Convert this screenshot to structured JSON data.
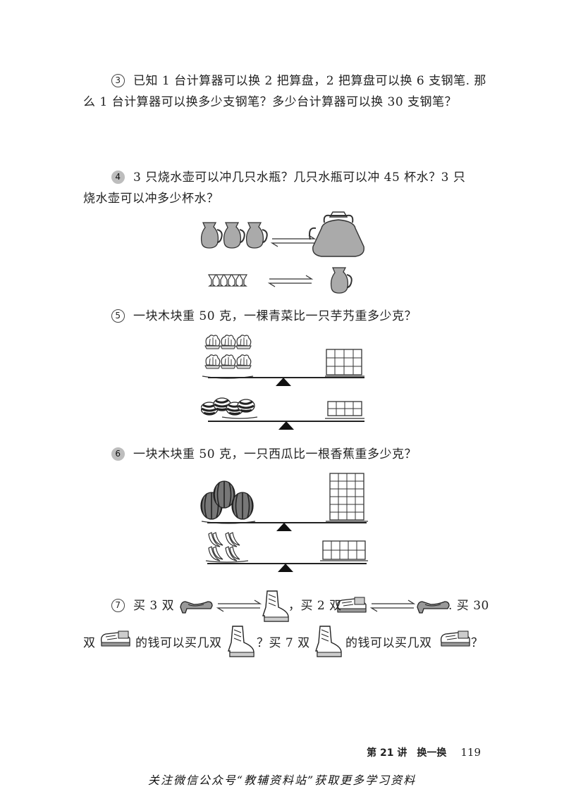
{
  "q3": {
    "num": "3",
    "line1": "已知 1 台计算器可以换 2 把算盘，2 把算盘可以换 6 支钢笔. 那",
    "line2": "么 1 台计算器可以换多少支钢笔？多少台计算器可以换 30 支钢笔？"
  },
  "q4": {
    "num": "4",
    "line1": "3 只烧水壶可以冲几只水瓶？几只水瓶可以冲 45 杯水？3 只",
    "line2": "烧水壶可以冲多少杯水？"
  },
  "q5": {
    "num": "5",
    "text": "一块木块重 50 克，一棵青菜比一只芋艿重多少克？"
  },
  "q6": {
    "num": "6",
    "text": "一块木块重 50 克，一只西瓜比一根香蕉重多少克？"
  },
  "q7": {
    "num": "7",
    "a": "买 3 双",
    "b": "，买 2 双",
    "c": ". 买 30",
    "d": "双",
    "e": "的钱可以买几双",
    "f": "？买 7 双",
    "g": "的钱可以买几双",
    "h": "？"
  },
  "footer": {
    "lesson": "第 21 讲",
    "title": "换一换",
    "page": "119"
  },
  "watermark": "关注微信公众号“教辅资料站”获取更多学习资料"
}
